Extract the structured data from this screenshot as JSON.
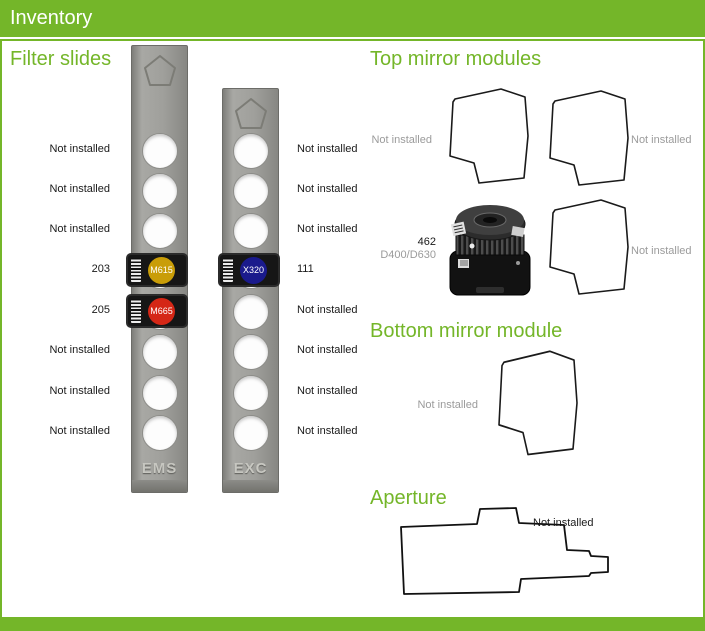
{
  "header": {
    "title": "Inventory"
  },
  "colors": {
    "accent_green": "#74b629",
    "m615": "#c99d08",
    "m665": "#d52716",
    "x320": "#1a1a8c"
  },
  "filter_slides": {
    "heading": "Filter slides",
    "ems": {
      "name": "EMS",
      "rows": [
        {
          "label": "Not installed"
        },
        {
          "label": "Not installed"
        },
        {
          "label": "Not installed"
        },
        {
          "label": "203",
          "filter": "M615",
          "color": "#c99d08"
        },
        {
          "label": "205",
          "filter": "M665",
          "color": "#d52716"
        },
        {
          "label": "Not installed"
        },
        {
          "label": "Not installed"
        },
        {
          "label": "Not installed"
        }
      ]
    },
    "exc": {
      "name": "EXC",
      "rows": [
        {
          "label": "Not installed"
        },
        {
          "label": "Not installed"
        },
        {
          "label": "Not installed"
        },
        {
          "label": "111",
          "filter": "X320",
          "color": "#1a1a8c"
        },
        {
          "label": "Not installed"
        },
        {
          "label": "Not installed"
        },
        {
          "label": "Not installed"
        },
        {
          "label": "Not installed"
        }
      ]
    }
  },
  "top_mirror_modules": {
    "heading": "Top mirror modules",
    "slot_top_left": "Not installed",
    "slot_top_right": "Not installed",
    "installed_module": {
      "id": "462",
      "type": "D400/D630"
    },
    "slot_bottom_right": "Not installed"
  },
  "bottom_mirror_module": {
    "heading": "Bottom mirror module",
    "status": "Not installed"
  },
  "aperture": {
    "heading": "Aperture",
    "status": "Not installed"
  }
}
